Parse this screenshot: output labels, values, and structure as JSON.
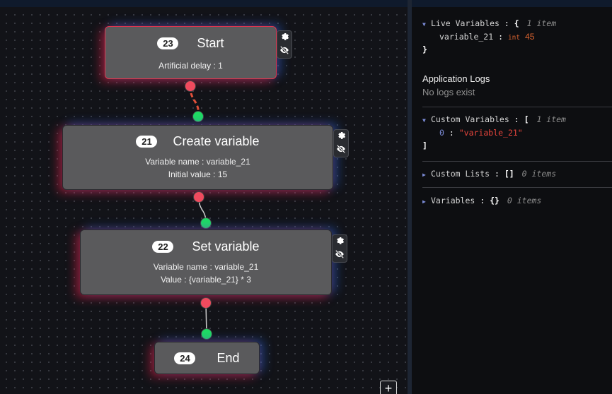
{
  "flow": {
    "nodes": [
      {
        "id": "23",
        "title": "Start",
        "props": [
          "Artificial delay : 1"
        ]
      },
      {
        "id": "21",
        "title": "Create variable",
        "props": [
          "Variable name : variable_21",
          "Initial value : 15"
        ]
      },
      {
        "id": "22",
        "title": "Set variable",
        "props": [
          "Variable name : variable_21",
          "Value : {variable_21} * 3"
        ]
      },
      {
        "id": "24",
        "title": "End",
        "props": []
      }
    ],
    "add_button": "+"
  },
  "panel": {
    "live_variables": {
      "label": "Live Variables",
      "open_brace": "{",
      "count": "1 item",
      "entries": [
        {
          "key": "variable_21",
          "type": "int",
          "value": "45"
        }
      ],
      "close_brace": "}"
    },
    "logs": {
      "heading": "Application Logs",
      "empty_text": "No logs exist"
    },
    "custom_variables": {
      "label": "Custom Variables",
      "open_bracket": "[",
      "count": "1 item",
      "entries": [
        {
          "index": "0",
          "value": "\"variable_21\""
        }
      ],
      "close_bracket": "]"
    },
    "custom_lists": {
      "label": "Custom Lists",
      "value": "[]",
      "count": "0 items"
    },
    "variables": {
      "label": "Variables",
      "value": "{}",
      "count": "0 items"
    }
  },
  "colors": {
    "port_out": "#f04a5e",
    "port_in": "#1fdc62",
    "string_value": "#e8453c",
    "int_value": "#d9622f",
    "expand_arrow": "#7b8bd6"
  }
}
